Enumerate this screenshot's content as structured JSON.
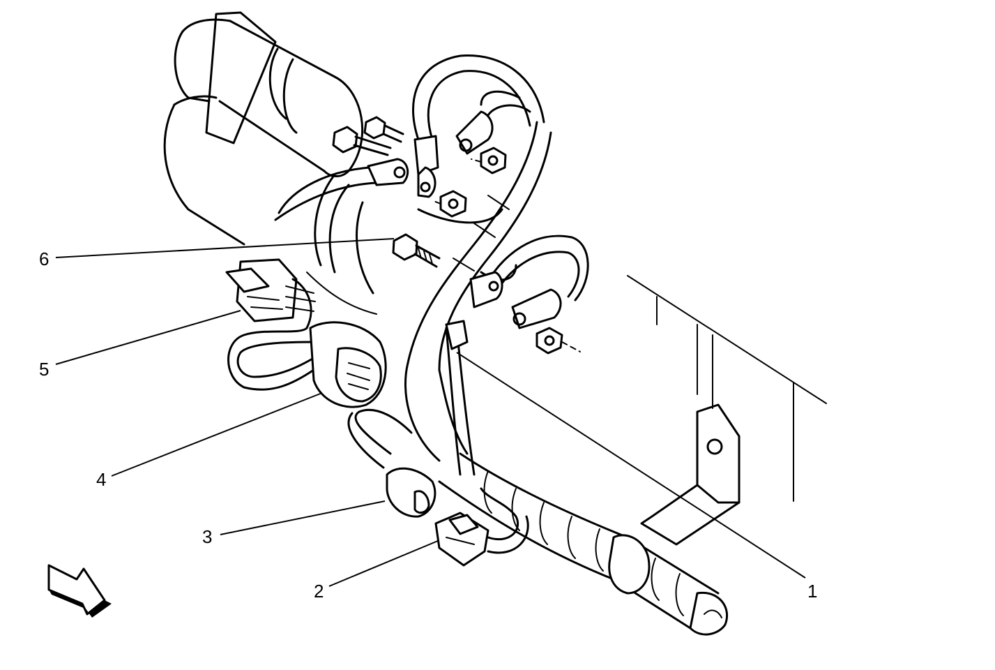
{
  "diagram": {
    "callouts": [
      {
        "id": "1",
        "label": "1"
      },
      {
        "id": "2",
        "label": "2"
      },
      {
        "id": "3",
        "label": "3"
      },
      {
        "id": "4",
        "label": "4"
      },
      {
        "id": "5",
        "label": "5"
      },
      {
        "id": "6",
        "label": "6"
      }
    ],
    "colors": {
      "ink": "#000000",
      "paper": "#ffffff"
    },
    "icons": {
      "orientation_arrow": "front-arrow-icon"
    }
  }
}
